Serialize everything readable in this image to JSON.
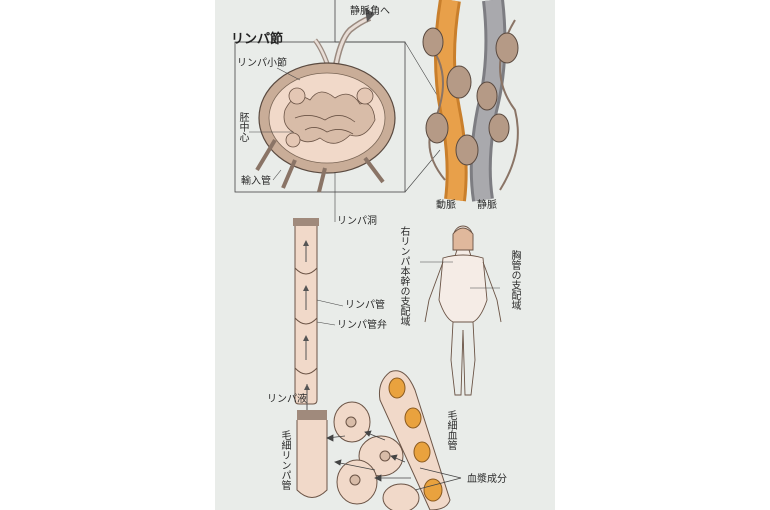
{
  "labels": {
    "node_title": "リンパ節",
    "to_venous_angle": "静脈角へ",
    "lymph_nodule": "リンパ小節",
    "germinal_center": "胚中心",
    "afferent_vessel": "輸入管",
    "lymph_sinus": "リンパ洞",
    "artery": "動脈",
    "vein": "静脈",
    "right_trunk": "右リンパ本幹の支配域",
    "thoracic_duct": "胸管の支配域",
    "lymph_vessel": "リンパ管",
    "lymph_valve": "リンパ管弁",
    "lymph_fluid": "リンパ液",
    "lymph_capillary": "毛細リンパ管",
    "blood_capillary": "毛細血管",
    "plasma_component": "血漿成分"
  },
  "colors": {
    "page_bg": "#e9ece9",
    "tissue": "#f1d9c9",
    "artery": "#e8a04a",
    "vein": "#a9a9ad",
    "node": "#c9ad98",
    "blood": "#e9a23e"
  }
}
